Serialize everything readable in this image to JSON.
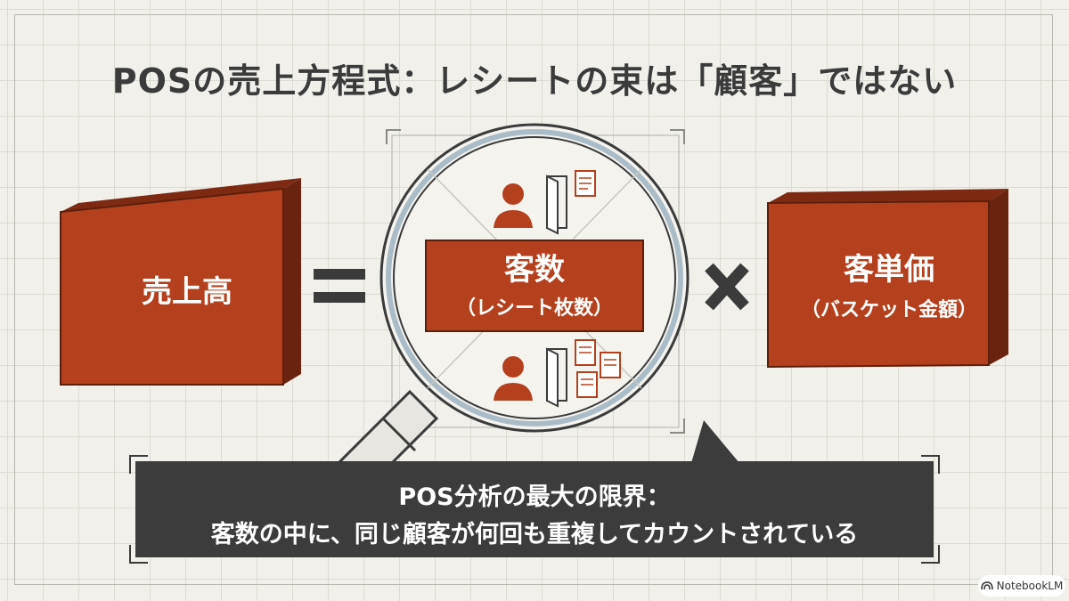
{
  "title": "POSの売上方程式：レシートの束は「顧客」ではない",
  "equation": {
    "left_box": "売上高",
    "equals": "=",
    "center_box": {
      "main": "客数",
      "sub": "（レシート枚数）"
    },
    "times": "×",
    "right_box": {
      "main": "客単価",
      "sub": "（バスケット金額）"
    }
  },
  "callout": {
    "line1": "POS分析の最大の限界：",
    "line2": "客数の中に、同じ顧客が何回も重複してカウントされている"
  },
  "brand": "NotebookLM",
  "colors": {
    "brick": "#b5401e",
    "brick_dark": "#7e2a12",
    "callout_bg": "#3c3c3c",
    "text_dark": "#3b3b3b",
    "background": "#f1f0ea"
  }
}
